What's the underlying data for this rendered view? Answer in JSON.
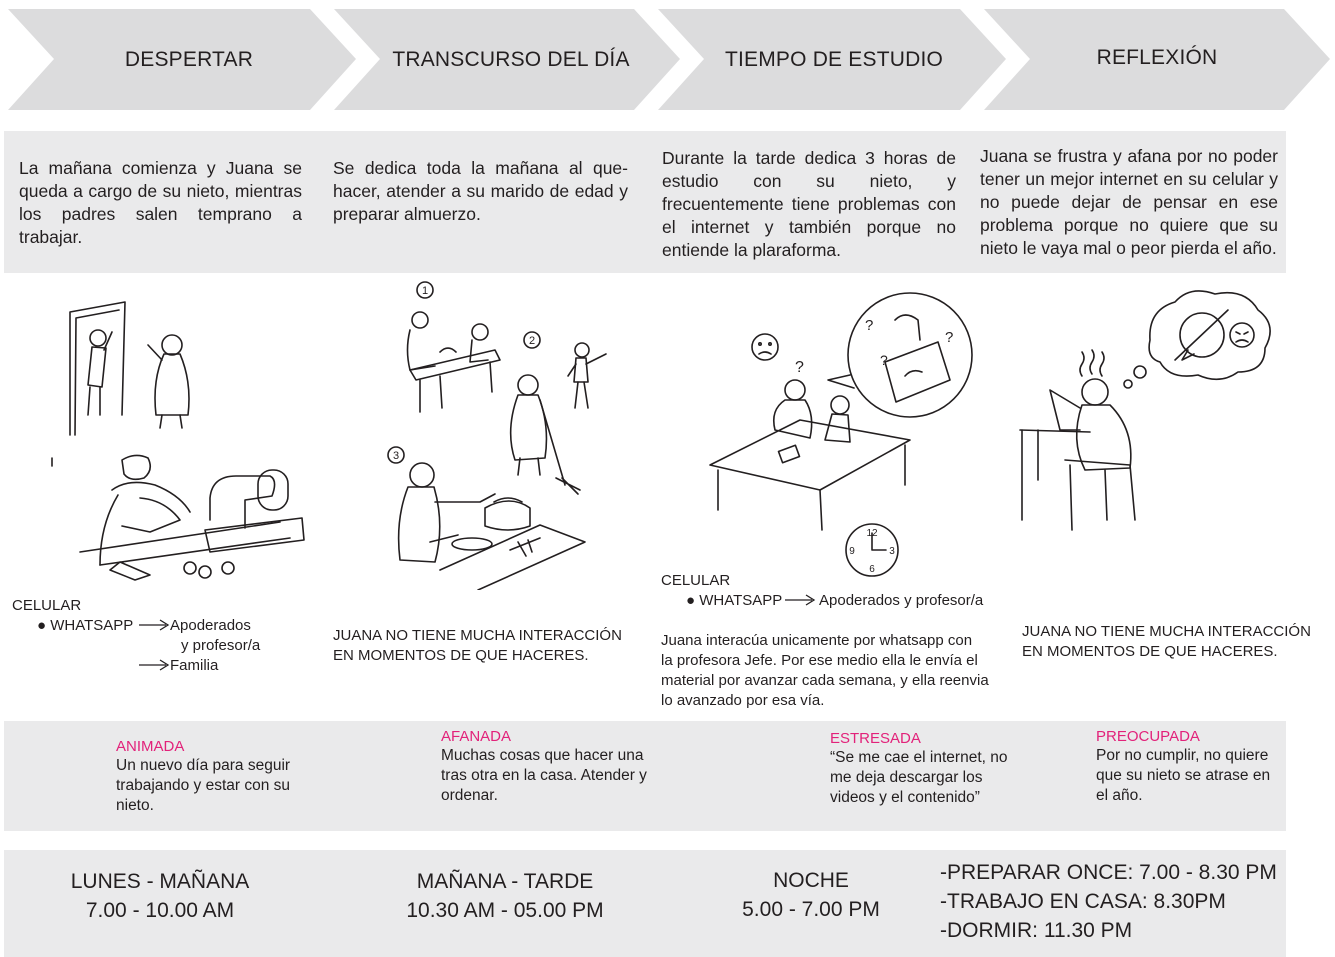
{
  "phases": [
    {
      "title": "DESPERTAR"
    },
    {
      "title": "TRANSCURSO DEL DÍA"
    },
    {
      "title": "TIEMPO DE ESTUDIO"
    },
    {
      "title": "REFLEXIÓN"
    }
  ],
  "descriptions": [
    "La mañana comienza y Juana se queda a cargo de su nieto, mientras los padres salen temprano a trabajar.",
    "Se dedica toda la mañana al que-hacer, atender a su marido de edad y preparar almuerzo.",
    "Durante la tarde dedica 3 horas de estudio con su nieto, y frecuentemente tiene problemas con el internet y también porque no entiende la plaraforma.",
    "Juana se frustra y afana por no poder tener un mejor internet en su celular y no puede dejar de pensar en ese problema porque no quiere que su nieto le vaya mal o peor pierda el año."
  ],
  "sketch_numbers": [
    "1",
    "2",
    "3"
  ],
  "clock_numbers": [
    "12",
    "3",
    "6",
    "9"
  ],
  "interactions": {
    "col1": {
      "device": "CELULAR",
      "bullet": "WHATSAPP",
      "target1_line1": "Apoderados",
      "target1_line2": "y profesor/a",
      "target2": "Familia"
    },
    "col2": {
      "line1": "JUANA NO TIENE MUCHA INTERACCIÓN",
      "line2": "EN MOMENTOS DE QUE HACERES."
    },
    "col3": {
      "device": "CELULAR",
      "bullet": "WHATSAPP",
      "target": "Apoderados y profesor/a",
      "text_line1": "Juana interacúa unicamente por whatsapp con",
      "text_line2": "la profesora Jefe. Por ese medio ella le envía el",
      "text_line3": "material por avanzar  cada semana, y ella reenvia",
      "text_line4": "lo avanzado por esa vía."
    },
    "col4": {
      "line1": "JUANA NO TIENE MUCHA INTERACCIÓN",
      "line2": "EN MOMENTOS DE QUE HACERES."
    }
  },
  "emotions": [
    {
      "title": "ANIMADA",
      "line1": "Un nuevo día para seguir",
      "line2": "trabajando y estar con su",
      "line3": "nieto."
    },
    {
      "title": "AFANADA",
      "line1": "Muchas cosas que hacer una",
      "line2": "tras otra en la casa. Atender y",
      "line3": "ordenar."
    },
    {
      "title": "ESTRESADA",
      "line1": "“Se me cae el internet, no",
      "line2": "me deja descargar los",
      "line3": "videos y el contenido”"
    },
    {
      "title": "PREOCUPADA",
      "line1": "Por no cumplir, no quiere",
      "line2": "que su nieto se atrase en",
      "line3": "el año."
    }
  ],
  "times": [
    {
      "line1": "LUNES - MAÑANA",
      "line2": "7.00 - 10.00 AM"
    },
    {
      "line1": "MAÑANA - TARDE",
      "line2": "10.30 AM - 05.00 PM"
    },
    {
      "line1": "NOCHE",
      "line2": "5.00 - 7.00 PM"
    },
    {
      "line1": "-PREPARAR ONCE: 7.00 - 8.30 PM",
      "line2": "-TRABAJO EN CASA: 8.30PM",
      "line3": "-DORMIR: 11.30 PM"
    }
  ],
  "colors": {
    "arrow_fill": "#dcdcdd",
    "band_fill": "#eaeaeb",
    "emotion_title": "#e2227a",
    "ink": "#231f20"
  }
}
